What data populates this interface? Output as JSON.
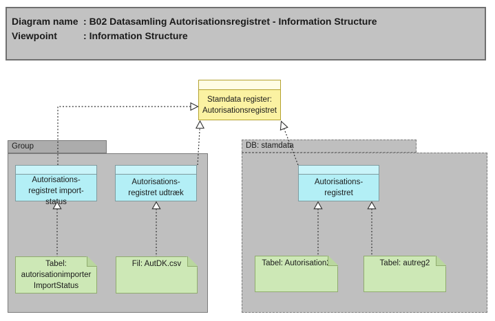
{
  "header": {
    "rows": [
      {
        "label": "Diagram name",
        "sep": ":",
        "value": "B02 Datasamling Autorisationsregistret - Information Structure"
      },
      {
        "label": "Viewpoint",
        "sep": ":",
        "value": "Information Structure"
      }
    ]
  },
  "nodes": {
    "stamdata_register": {
      "label": "Stamdata register: Autorisationsregistret"
    },
    "group": {
      "label": "Group"
    },
    "db_stamdata": {
      "label": "DB: stamdata"
    },
    "import_status": {
      "label": "Autorisations-registret import-status"
    },
    "udtraek": {
      "label": "Autorisations-registret udtræk"
    },
    "autorisationsregistret": {
      "label": "Autorisations-registret"
    },
    "tabel_importstatus": {
      "label": "Tabel: autorisationimporter ImportStatus"
    },
    "fil_autdk": {
      "label": "Fil: AutDK.csv"
    },
    "tabel_autorisation2": {
      "label": "Tabel: Autorisation2"
    },
    "tabel_autreg2": {
      "label": "Tabel: autreg2"
    }
  },
  "colors": {
    "object_fill": "#b3eff6",
    "object_header_fill": "#c9f4f9",
    "object_border": "#7f9a9e",
    "note_fill": "#cde8b6",
    "note_border": "#8fab6d",
    "note_flap": "#b9d79e",
    "sticky_fill": "#fbf2a2",
    "sticky_header_fill": "#fffde4",
    "sticky_border": "#b3a12f",
    "group_fill": "#bfbfbf",
    "group_tab_fill": "#acacac",
    "container_border": "#7a7a7a",
    "header_fill": "#c2c2c2",
    "edge": "#2f2f2f"
  }
}
